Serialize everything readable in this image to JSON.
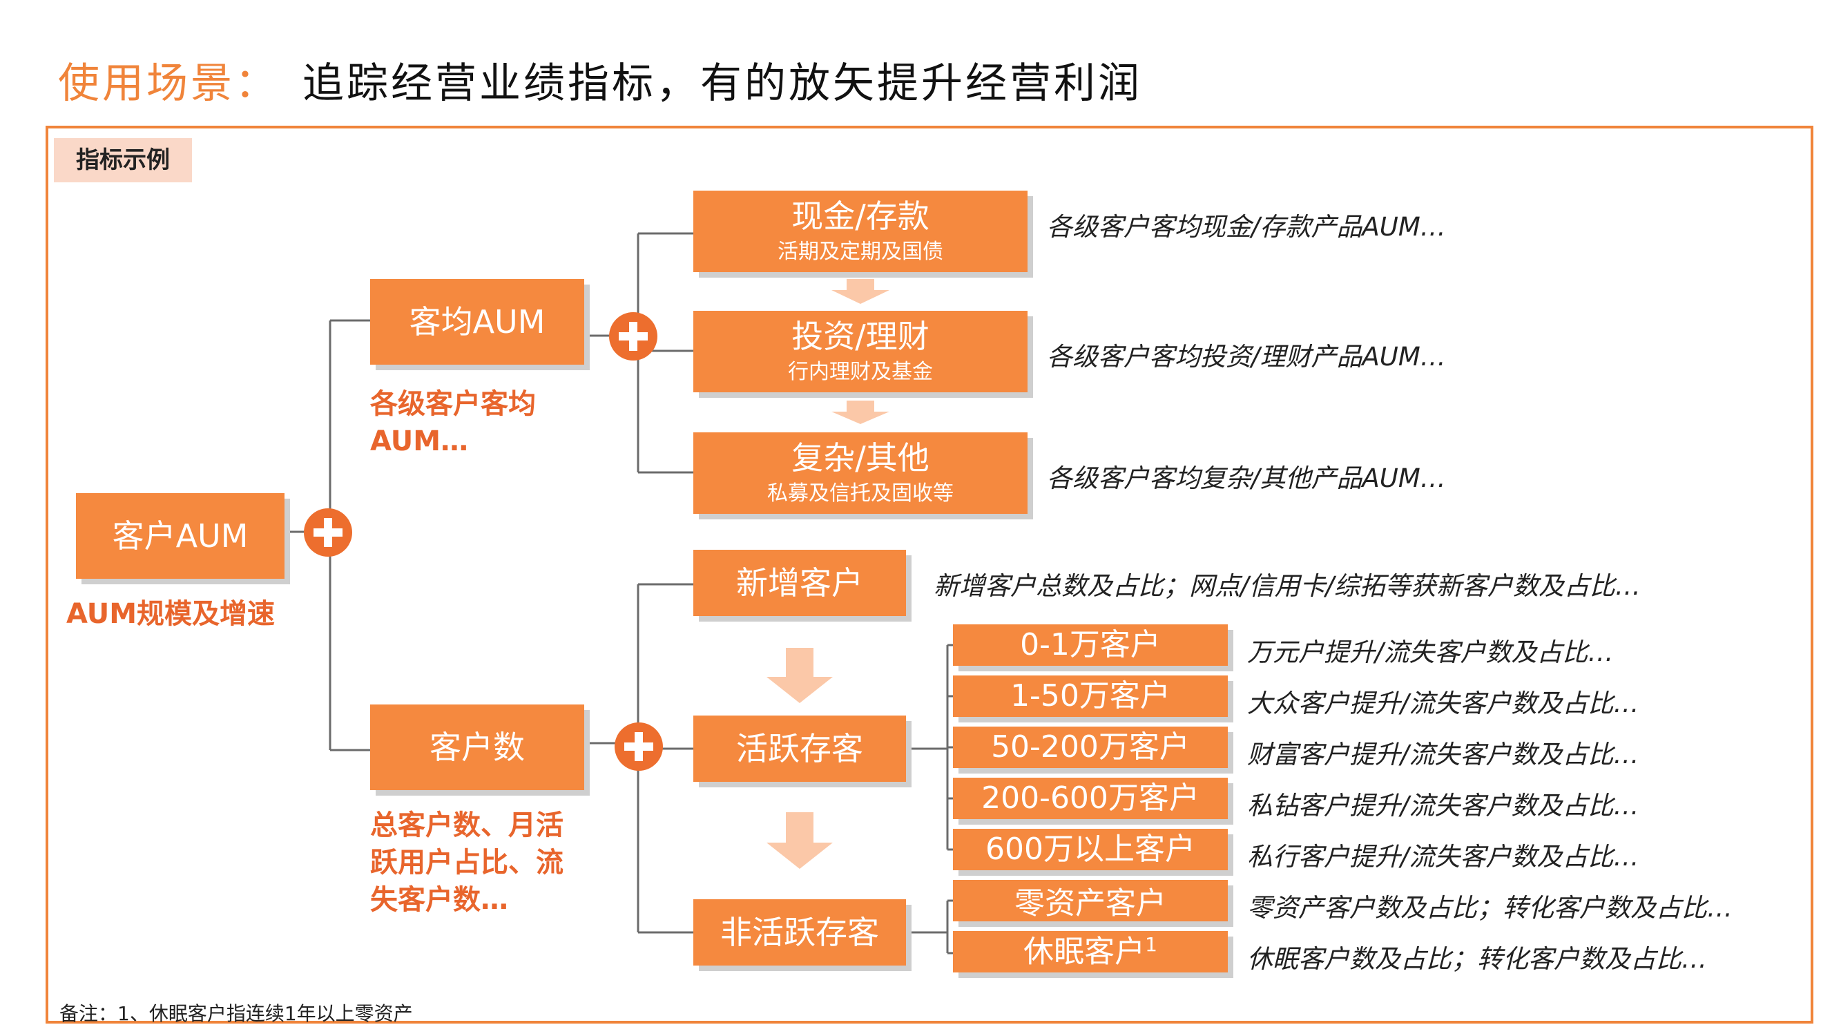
{
  "header": {
    "title_prefix": "使用场景：",
    "title_main": "追踪经营业绩指标，有的放矢提升经营利润"
  },
  "section_tag": "指标示例",
  "root": {
    "label": "客户AUM",
    "note": "AUM规模及增速"
  },
  "per_customer": {
    "label": "客均AUM",
    "note_line1": "各级客户客均",
    "note_line2": "AUM…"
  },
  "products": [
    {
      "main": "现金/存款",
      "sub": "活期及定期及国债",
      "desc": "各级客户客均现金/存款产品AUM…"
    },
    {
      "main": "投资/理财",
      "sub": "行内理财及基金",
      "desc": "各级客户客均投资/理财产品AUM…"
    },
    {
      "main": "复杂/其他",
      "sub": "私募及信托及固收等",
      "desc": "各级客户客均复杂/其他产品AUM…"
    }
  ],
  "customer_count": {
    "label": "客户数",
    "note_line1": "总客户数、月活",
    "note_line2": "跃用户占比、流",
    "note_line3": "失客户数…"
  },
  "new_customers": {
    "label": "新增客户",
    "desc": "新增客户总数及占比；网点/信用卡/综拓等获新客户数及占比…"
  },
  "active": {
    "label": "活跃存客",
    "tiers": [
      {
        "label": "0-1万客户",
        "desc": "万元户提升/流失客户数及占比…"
      },
      {
        "label": "1-50万客户",
        "desc": "大众客户提升/流失客户数及占比…"
      },
      {
        "label": "50-200万客户",
        "desc": "财富客户提升/流失客户数及占比…"
      },
      {
        "label": "200-600万客户",
        "desc": "私钻客户提升/流失客户数及占比…"
      },
      {
        "label": "600万以上客户",
        "desc": "私行客户提升/流失客户数及占比…"
      }
    ]
  },
  "inactive": {
    "label": "非活跃存客",
    "items": [
      {
        "label": "零资产客户",
        "sup": "",
        "desc": "零资产客户数及占比；转化客户数及占比…"
      },
      {
        "label": "休眠客户",
        "sup": "1",
        "desc": "休眠客户数及占比；转化客户数及占比…"
      }
    ]
  },
  "footnote": "备注：1、休眠客户指连续1年以上零资产",
  "colors": {
    "accent": "#F0843A",
    "box": "#F5893F",
    "note": "#E8652C",
    "plus": "#ED6E2E",
    "arrow": "#FBC8A8"
  }
}
